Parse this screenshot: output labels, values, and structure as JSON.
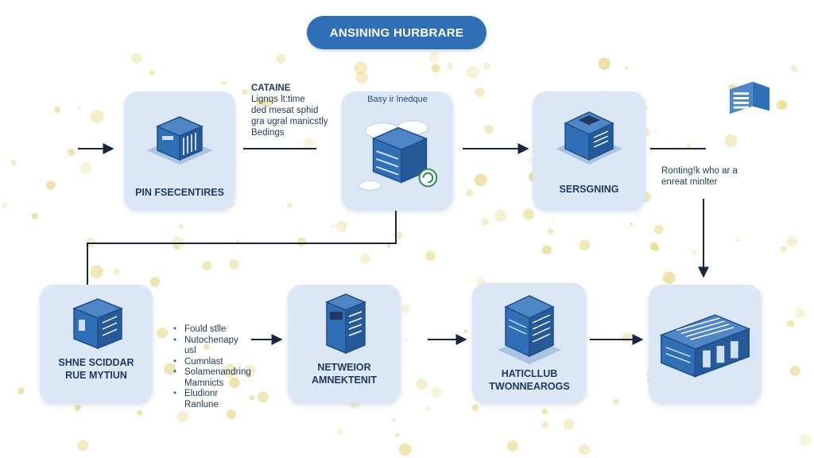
{
  "title": "ANSINING HURBRARE",
  "cards": {
    "card1": {
      "label": "PIN FSECENTIRES",
      "icon": "server-box-icon"
    },
    "card2": {
      "label": "Basy ir lnedque",
      "icon": "cloud-server-icon"
    },
    "card3": {
      "label": "SERSGNING",
      "icon": "server-box-icon"
    },
    "card4": {
      "label_line1": "SHNE SCIDDAR",
      "label_line2": "RUE MYTIUN",
      "icon": "server-box-icon"
    },
    "card5": {
      "label_line1": "NETWEIOR",
      "label_line2": "AMNEKTENIT",
      "icon": "server-rack-icon"
    },
    "card6": {
      "label_line1": "HATICLLUB",
      "label_line2": "TWONNEAROGS",
      "icon": "server-rack-icon"
    },
    "card7": {
      "icon": "datacenter-icon"
    }
  },
  "notes": {
    "top_left": {
      "title": "CATAINE",
      "lines": [
        "Lignqs lt:time",
        "ded mesat sphid",
        "gra ugral manicstly",
        "Bedings"
      ]
    },
    "right": {
      "lines": [
        "Ronting!k who ar a",
        "enreat minlter"
      ]
    }
  },
  "bullets": [
    {
      "line1": "Fould stlle",
      "line2": ""
    },
    {
      "line1": "Nutochenapy",
      "line2": "usl"
    },
    {
      "line1": "Cumnlast",
      "line2": ""
    },
    {
      "line1": "Solamenandring",
      "line2": "Mamnicts"
    },
    {
      "line1": "Eludionr",
      "line2": "Ranlune"
    }
  ],
  "colors": {
    "title_bg": "#2f6fb5",
    "card_bg": "#dbe7f4",
    "icon_blue": "#2f6fb5",
    "arrow": "#1a2540",
    "dots": "#e8d98a"
  },
  "decor": {
    "corner_icon": "building-icon"
  }
}
